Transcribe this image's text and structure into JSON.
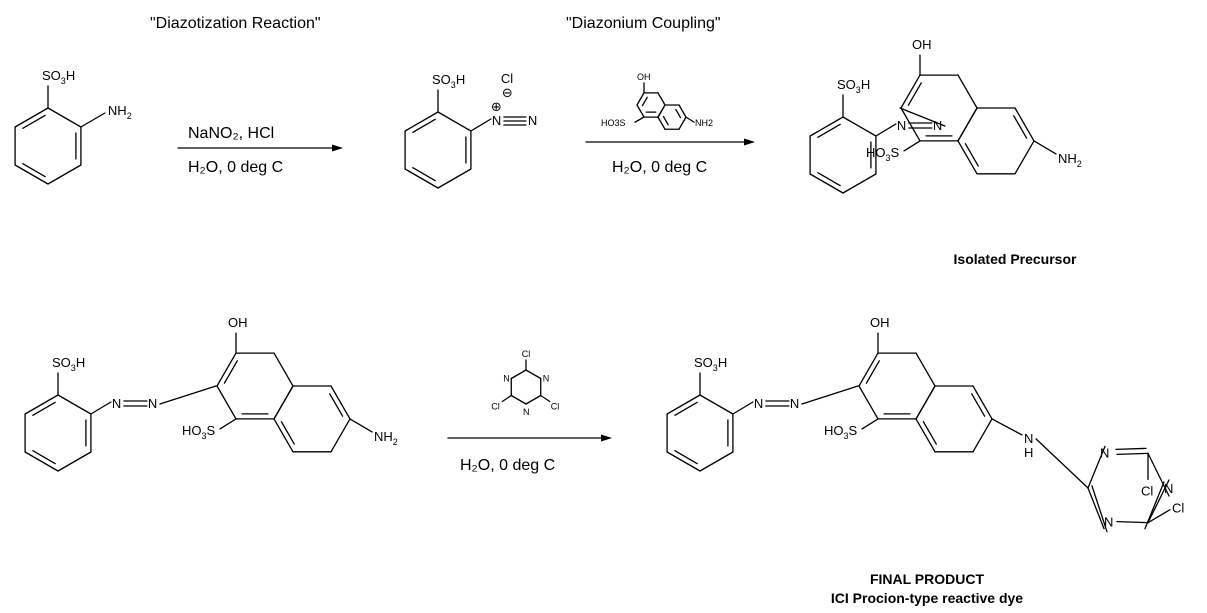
{
  "title_diazotization": "\"Diazotization Reaction\"",
  "title_coupling": "\"Diazonium Coupling\"",
  "reaction1": {
    "reagent": "NaNO₂, HCl",
    "conditions": "H₂O, 0 deg C"
  },
  "reaction2": {
    "conditions": "H₂O, 0 deg C"
  },
  "reaction3": {
    "conditions": "H₂O, 0 deg C"
  },
  "labels": {
    "precursor": "Isolated Precursor",
    "final_line1": "FINAL PRODUCT",
    "final_line2": "ICI Procion-type reactive dye"
  },
  "atoms": {
    "so3h": "SO",
    "so3h_sub": "3",
    "so3h_tail": "H",
    "ho3s_head": "HO",
    "ho3s_sub": "3",
    "ho3s_tail": "S",
    "nh2": "NH",
    "nh2_sub": "2",
    "oh": "OH",
    "n": "N",
    "h": "H",
    "cl": "Cl",
    "plus": "⊕",
    "minus": "⊖"
  },
  "colors": {
    "ink": "#000000",
    "background": "#ffffff"
  }
}
